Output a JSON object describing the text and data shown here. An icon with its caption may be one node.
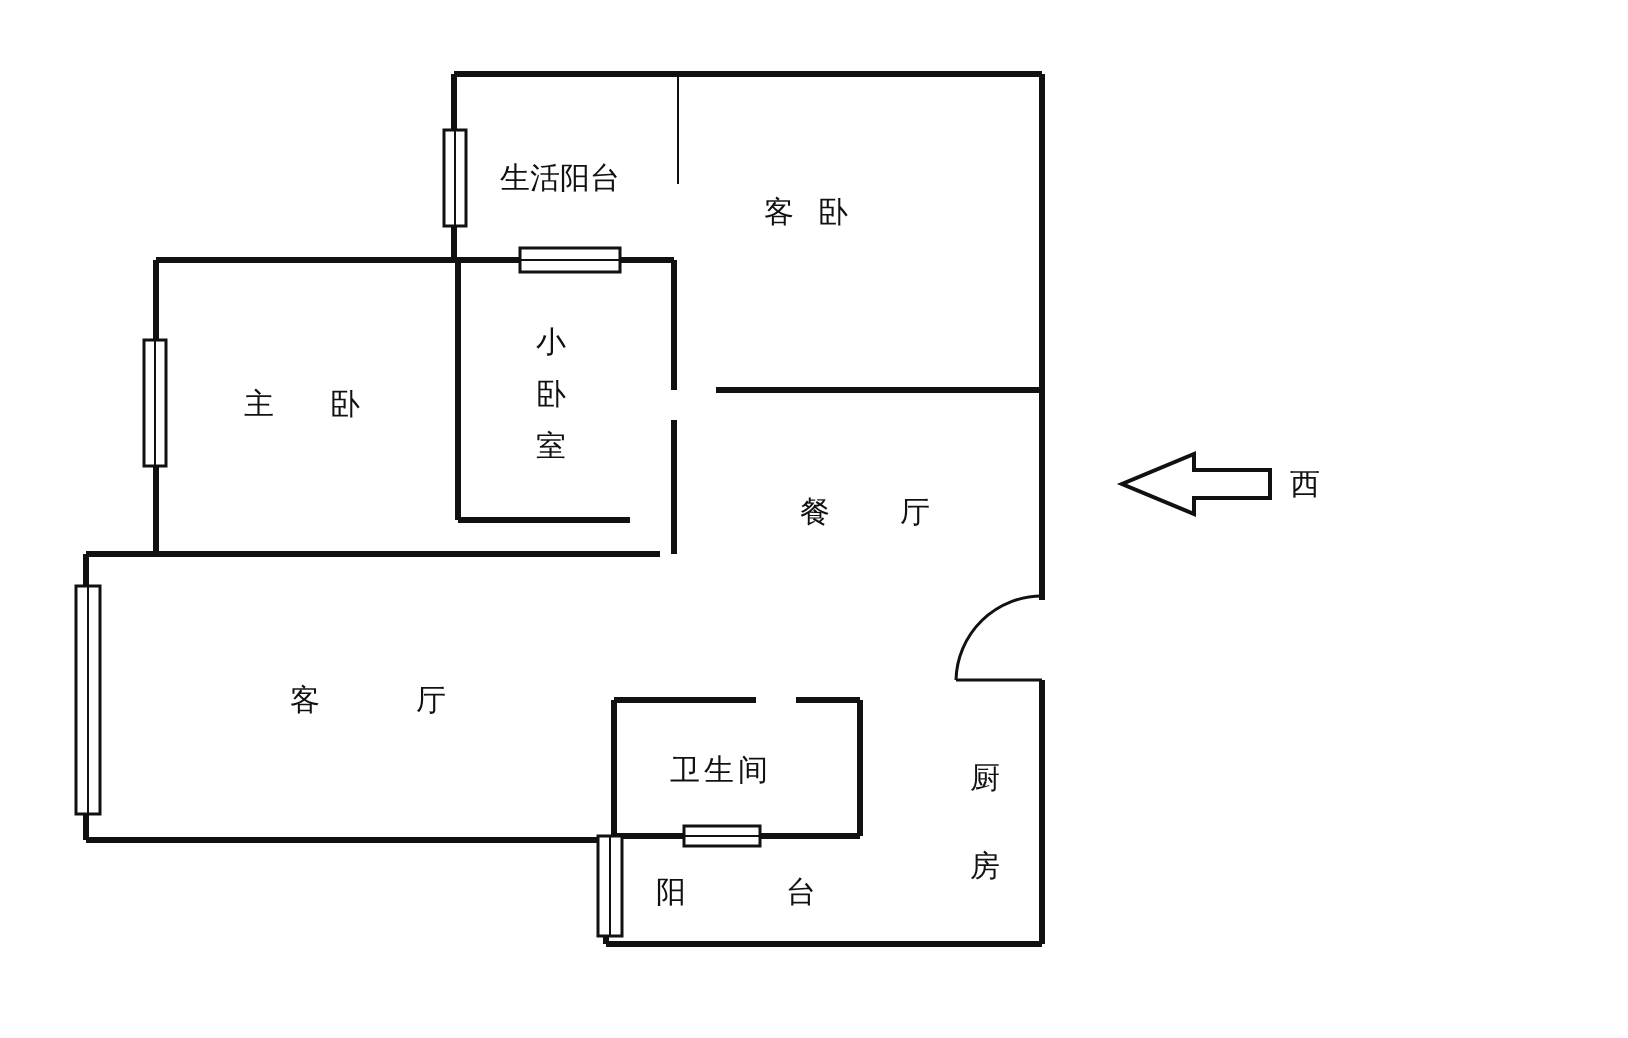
{
  "diagram": {
    "labels": [
      "生活阳台",
      "客卧",
      "主卧",
      "小卧室",
      "西",
      "餐厅",
      "客厅",
      "厨房",
      "卫生间",
      "阳台"
    ]
  }
}
